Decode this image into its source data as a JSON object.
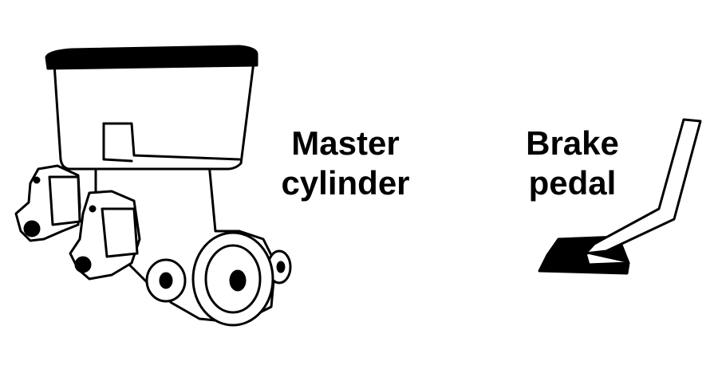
{
  "labels": {
    "master_cylinder": [
      "Master",
      "cylinder"
    ],
    "brake_pedal": [
      "Brake",
      "pedal"
    ]
  },
  "colors": {
    "ink": "#000000",
    "background": "#ffffff"
  }
}
